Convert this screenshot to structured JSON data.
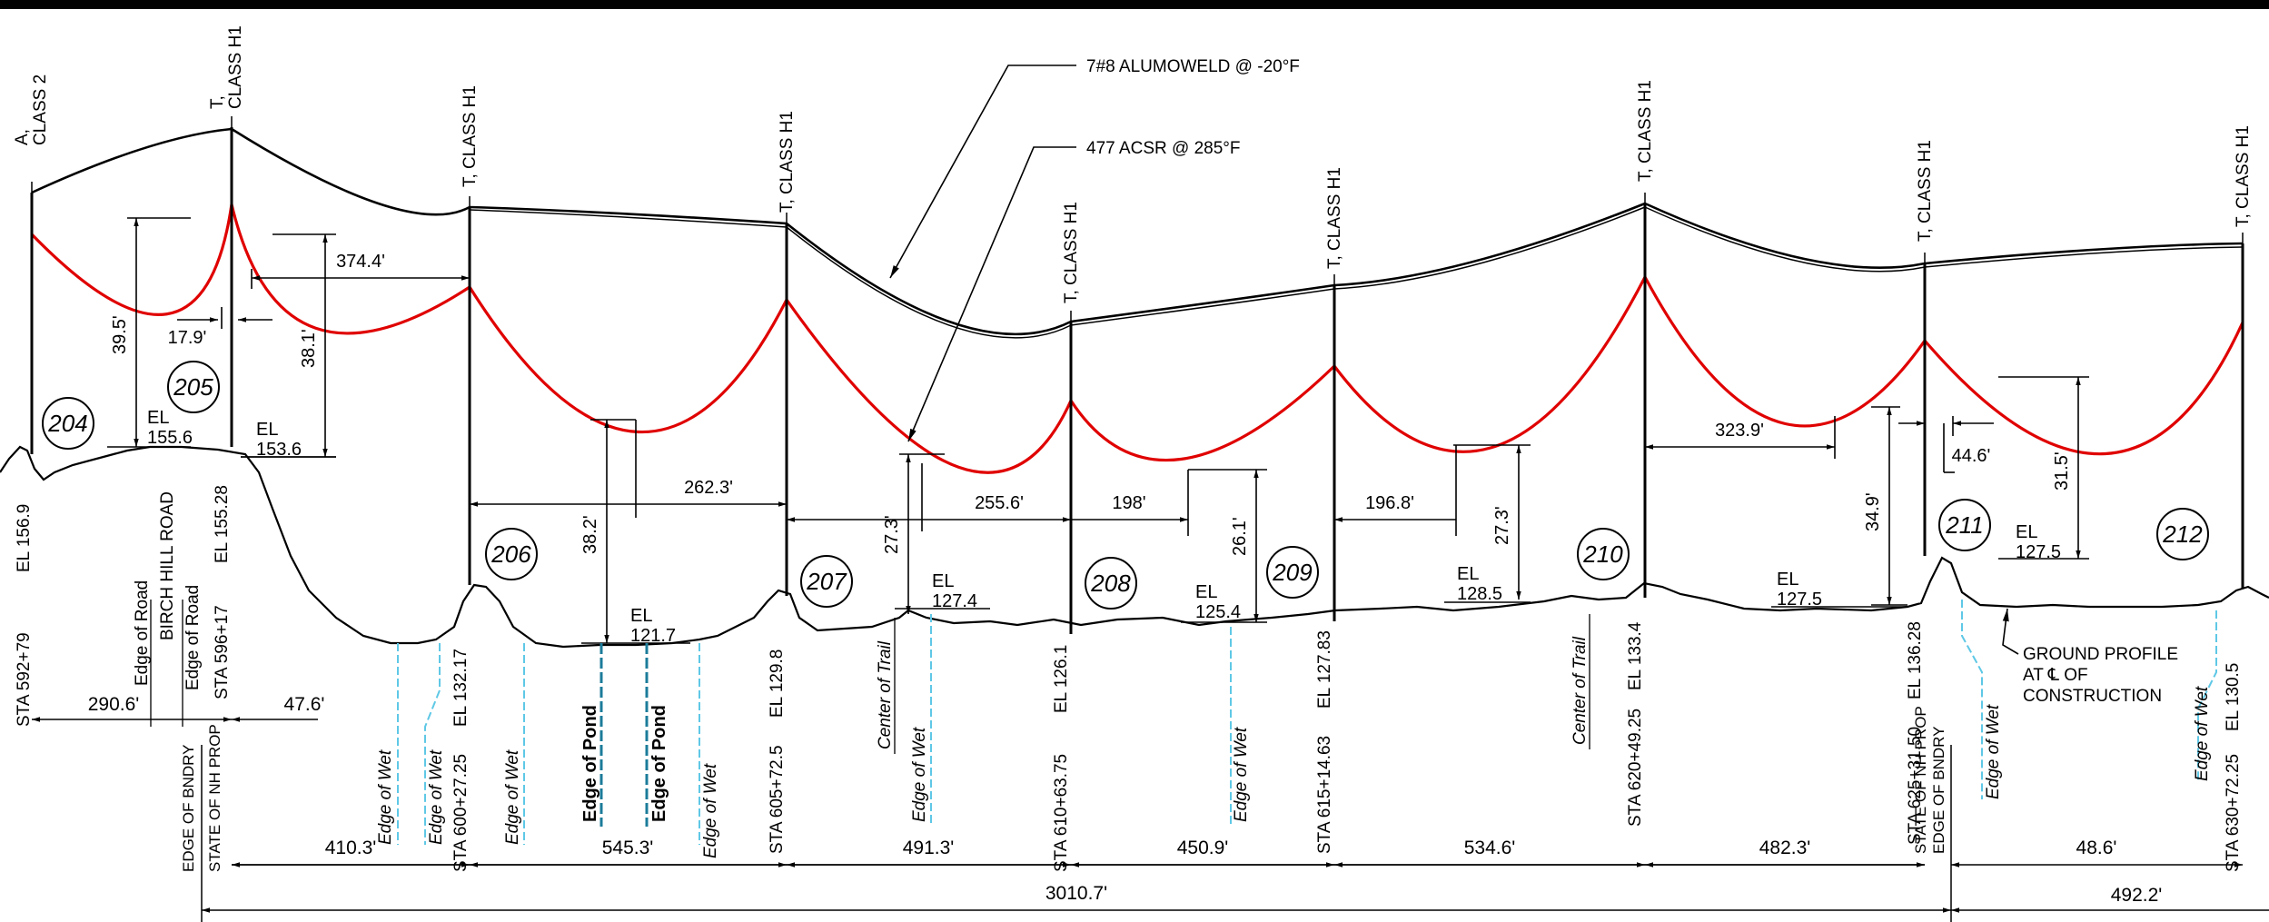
{
  "colors": {
    "background": "#ffffff",
    "linework": "#000000",
    "conductor": "#e00000",
    "wetland": "#5fc8e6",
    "pond": "#1c7c9a"
  },
  "callouts": {
    "shield_wire": "7#8 ALUMOWELD @ -20°F",
    "conductor": "477 ACSR @ 285°F",
    "ground_profile": [
      "GROUND PROFILE",
      "AT ℄ OF",
      "CONSTRUCTION"
    ]
  },
  "structures": [
    {
      "number": "204",
      "type_lines": [
        "A,",
        "CLASS 2"
      ],
      "station": "STA 592+79",
      "elevation": "EL 156.9"
    },
    {
      "number": "205",
      "type_lines": [
        "T,",
        "CLASS H1"
      ],
      "station": "STA 596+17",
      "elevation": "EL 155.28"
    },
    {
      "number": "206",
      "type_lines": [
        "T, CLASS H1"
      ],
      "station": "STA 600+27.25",
      "elevation": "EL 132.17"
    },
    {
      "number": "207",
      "type_lines": [
        "T, CLASS H1"
      ],
      "station": "STA 605+72.5",
      "elevation": "EL 129.8"
    },
    {
      "number": "208",
      "type_lines": [
        "T, CLASS H1"
      ],
      "station": "STA 610+63.75",
      "elevation": "EL 126.1"
    },
    {
      "number": "209",
      "type_lines": [
        "T, CLASS H1"
      ],
      "station": "STA 615+14.63",
      "elevation": "EL 127.83"
    },
    {
      "number": "210",
      "type_lines": [
        "T, CLASS H1"
      ],
      "station": "STA 620+49.25",
      "elevation": "EL 133.4"
    },
    {
      "number": "211",
      "type_lines": [
        "T, CLASS H1"
      ],
      "station": "STA 625+31.50",
      "elevation": "EL 136.28"
    },
    {
      "number": "212",
      "type_lines": [
        "T, CLASS H1"
      ],
      "station": "STA 630+72.25",
      "elevation": "EL 130.5"
    }
  ],
  "low_points": [
    {
      "label": "EL",
      "value": "155.6"
    },
    {
      "label": "EL",
      "value": "153.6"
    },
    {
      "label": "EL",
      "value": "121.7"
    },
    {
      "label": "EL",
      "value": "127.4"
    },
    {
      "label": "EL",
      "value": "125.4"
    },
    {
      "label": "EL",
      "value": "128.5"
    },
    {
      "label": "EL",
      "value": "127.5"
    },
    {
      "label": "EL",
      "value": "127.5"
    }
  ],
  "dimensions": {
    "horizontal": [
      "374.4'",
      "17.9'",
      "262.3'",
      "255.6'",
      "198'",
      "196.8'",
      "323.9'",
      "44.6'"
    ],
    "vertical": [
      "39.5'",
      "38.1'",
      "38.2'",
      "27.3'",
      "26.1'",
      "27.3'",
      "34.9'",
      "31.5'"
    ]
  },
  "spans": [
    "290.6'",
    "47.6'",
    "410.3'",
    "545.3'",
    "491.3'",
    "450.9'",
    "534.6'",
    "482.3'",
    "48.6'"
  ],
  "totals": [
    "3010.7'",
    "492.2'"
  ],
  "features": {
    "roads": [
      "Edge of Road",
      "BIRCH HILL ROAD",
      "Edge of Road"
    ],
    "wet": "Edge of Wet",
    "pond": "Edge of Pond",
    "trail": "Center of Trail",
    "boundary_1": [
      "EDGE OF BNDRY",
      "STATE OF NH PROP"
    ],
    "boundary_2": [
      "STATE OF NH PROP",
      "EDGE OF BNDRY"
    ]
  }
}
